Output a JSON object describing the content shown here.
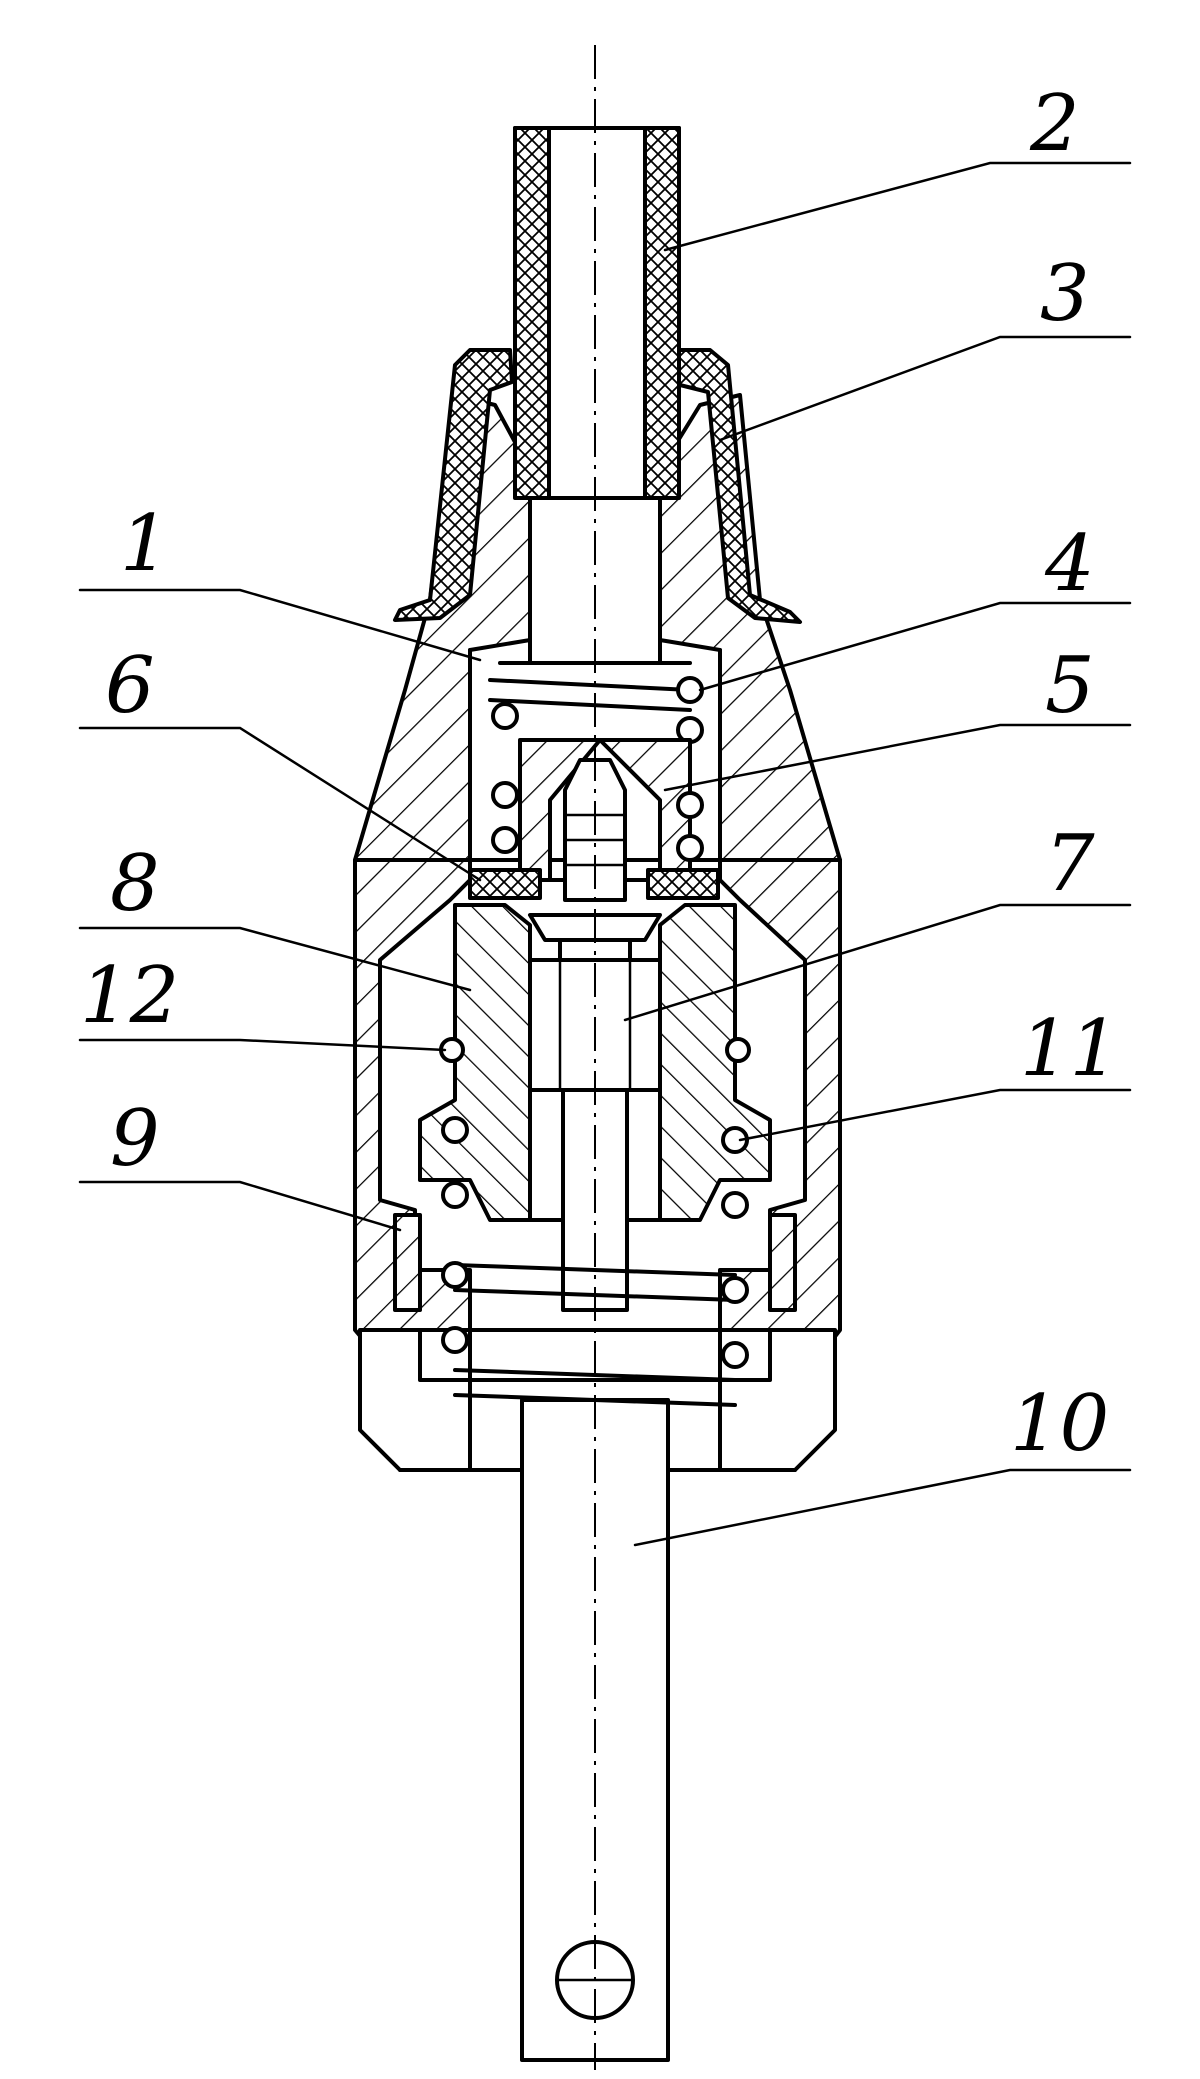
{
  "figure": {
    "labels": [
      {
        "id": "label-1",
        "text": "1"
      },
      {
        "id": "label-2",
        "text": "2"
      },
      {
        "id": "label-3",
        "text": "3"
      },
      {
        "id": "label-4",
        "text": "4"
      },
      {
        "id": "label-5",
        "text": "5"
      },
      {
        "id": "label-6",
        "text": "6"
      },
      {
        "id": "label-7",
        "text": "7"
      },
      {
        "id": "label-8",
        "text": "8"
      },
      {
        "id": "label-9",
        "text": "9"
      },
      {
        "id": "label-10",
        "text": "10"
      },
      {
        "id": "label-11",
        "text": "11"
      },
      {
        "id": "label-12",
        "text": "12"
      }
    ]
  }
}
